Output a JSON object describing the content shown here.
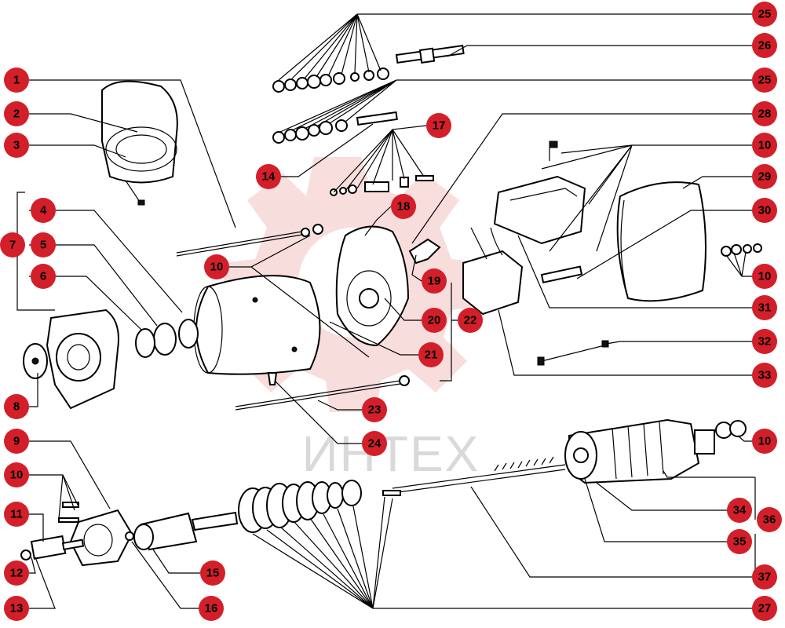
{
  "watermark": {
    "text": "ИНТЕХ",
    "color": "#d9d9d9",
    "logo_color": "#f2b3b3"
  },
  "callout_color": "#d31f2a",
  "callouts": [
    {
      "label": "1"
    },
    {
      "label": "2"
    },
    {
      "label": "3"
    },
    {
      "label": "4"
    },
    {
      "label": "5"
    },
    {
      "label": "6"
    },
    {
      "label": "7"
    },
    {
      "label": "8"
    },
    {
      "label": "9"
    },
    {
      "label": "10"
    },
    {
      "label": "11"
    },
    {
      "label": "12"
    },
    {
      "label": "13"
    },
    {
      "label": "10"
    },
    {
      "label": "14"
    },
    {
      "label": "15"
    },
    {
      "label": "16"
    },
    {
      "label": "17"
    },
    {
      "label": "18"
    },
    {
      "label": "19"
    },
    {
      "label": "20"
    },
    {
      "label": "21"
    },
    {
      "label": "22"
    },
    {
      "label": "23"
    },
    {
      "label": "24"
    },
    {
      "label": "25"
    },
    {
      "label": "26"
    },
    {
      "label": "25"
    },
    {
      "label": "28"
    },
    {
      "label": "10"
    },
    {
      "label": "29"
    },
    {
      "label": "30"
    },
    {
      "label": "10"
    },
    {
      "label": "31"
    },
    {
      "label": "32"
    },
    {
      "label": "33"
    },
    {
      "label": "10"
    },
    {
      "label": "34"
    },
    {
      "label": "36"
    },
    {
      "label": "35"
    },
    {
      "label": "37"
    },
    {
      "label": "27"
    }
  ]
}
